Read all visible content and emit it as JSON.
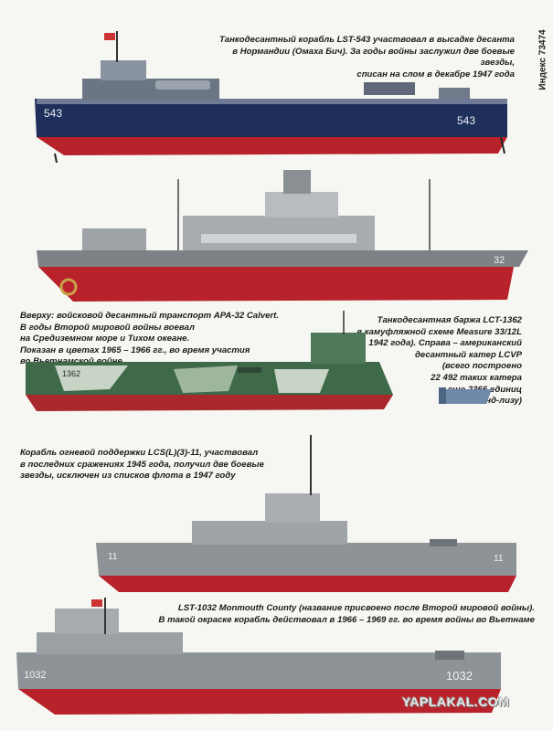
{
  "index_label": "Индекс 73474",
  "watermark": "YAPLAKAL.COM",
  "captions": {
    "lst543": "Танкодесантный корабль LST-543 участвовал в высадке десанта\nв Нормандии (Омаха Бич). За годы войны заслужил две боевые звезды,\nсписан на слом в декабре 1947 года",
    "apa32": "Вверху: войсковой десантный транспорт APA-32 Calvert.\nВ годы Второй мировой войны воевал\nна Средиземном море и Тихом океане.\nПоказан в цветах 1965 – 1966 гг., во время участия\nво Вьетнамской войне",
    "lct1362": "Танкодесантная баржа LCT-1362\nв камуфляжной схеме Measure 33/12L\n(апрель 1942 года). Справа – американский\nдесантный катер LCVP\n(всего построено\n22 492 таких катера\nи еще 2366 единиц\nпо ленд-лизу)",
    "lcs11": "Корабль огневой поддержки LCS(L)(3)-11, участвовал\nв последних сражениях 1945 года, получил две боевые\nзвезды, исключен из списков флота в 1947 году",
    "lst1032": "LST-1032 Monmouth County (название присвоено после Второй мировой войны).\nВ такой окраске корабль действовал в 1966 – 1969 гг. во время войны во Вьетнаме"
  },
  "hull_numbers": {
    "lst543_bow": "543",
    "lst543_stern": "543",
    "apa32": "32",
    "lct1362": "1362",
    "lcs11_bow": "11",
    "lcs11_stern": "11",
    "lst1032_bow": "1032",
    "lst1032_stern": "1032"
  },
  "colors": {
    "hull_red": "#b8222a",
    "navy_blue": "#1f2f5c",
    "haze_gray": "#8e9398",
    "deck_gray": "#b4b8bb",
    "camo_green": "#3f6a4a",
    "camo_light": "#c8d4c6"
  }
}
